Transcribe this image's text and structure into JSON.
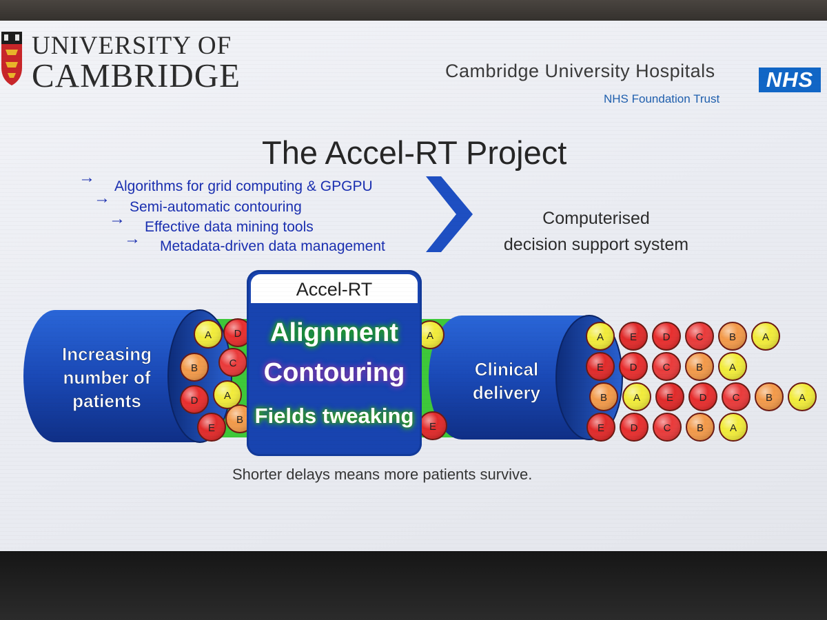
{
  "header": {
    "university_line1": "UNIVERSITY OF",
    "university_line2": "CAMBRIDGE",
    "hospital_name": "Cambridge University Hospitals",
    "hospital_sub": "NHS Foundation Trust",
    "nhs_logo": "NHS"
  },
  "title": "The Accel-RT Project",
  "bullets": [
    "Algorithms for grid computing & GPGPU",
    "Semi-automatic contouring",
    "Effective data mining tools",
    "Metadata-driven data management"
  ],
  "outcome": {
    "line1": "Computerised",
    "line2": "decision support system"
  },
  "pipeline": {
    "input_label_lines": [
      "Increasing",
      "number of",
      "patients"
    ],
    "panel_title": "Accel-RT",
    "panel_steps": [
      "Alignment",
      "Contouring",
      "Fields tweaking"
    ],
    "output_label_lines": [
      "Clinical",
      "delivery"
    ]
  },
  "circle_colors": {
    "A": "#f2ec3a",
    "B": "#f39a4a",
    "C": "#ea3a3a",
    "D": "#e82e2e",
    "E": "#e12a2a"
  },
  "left_circles": [
    "A",
    "D",
    "B",
    "C",
    "D",
    "A",
    "E",
    "B"
  ],
  "mid_circles": [
    "A",
    "E"
  ],
  "right_rows": [
    [
      "A",
      "E",
      "D",
      "C",
      "B",
      "A"
    ],
    [
      "E",
      "D",
      "C",
      "B",
      "A"
    ],
    [
      "B",
      "A",
      "E",
      "D",
      "C",
      "B",
      "A"
    ],
    [
      "E",
      "D",
      "C",
      "B",
      "A"
    ]
  ],
  "caption": "Shorter delays means more patients survive."
}
